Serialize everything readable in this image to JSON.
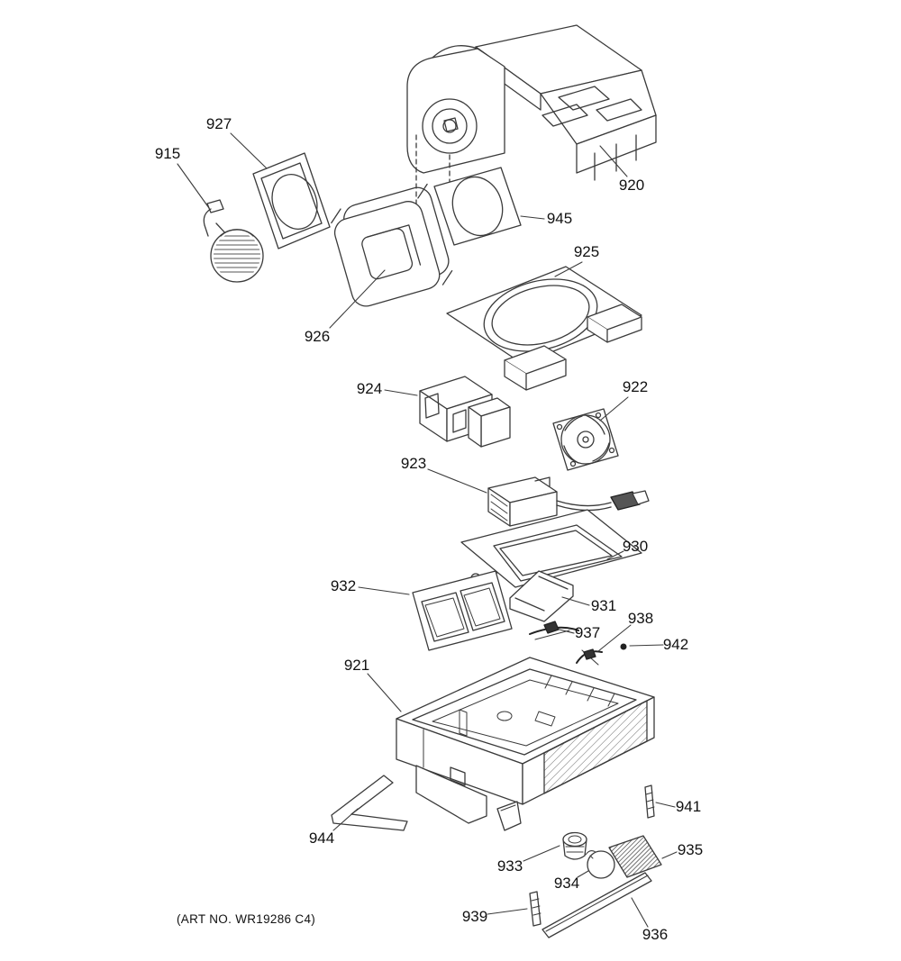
{
  "diagram": {
    "art_note": "(ART NO. WR19286 C4)",
    "labels": {
      "915": "915",
      "920": "920",
      "921": "921",
      "922": "922",
      "923": "923",
      "924": "924",
      "925": "925",
      "926": "926",
      "927": "927",
      "930": "930",
      "931": "931",
      "932": "932",
      "933": "933",
      "934": "934",
      "935": "935",
      "936": "936",
      "937": "937",
      "938": "938",
      "939": "939",
      "941": "941",
      "942": "942",
      "944": "944",
      "945": "945"
    }
  }
}
